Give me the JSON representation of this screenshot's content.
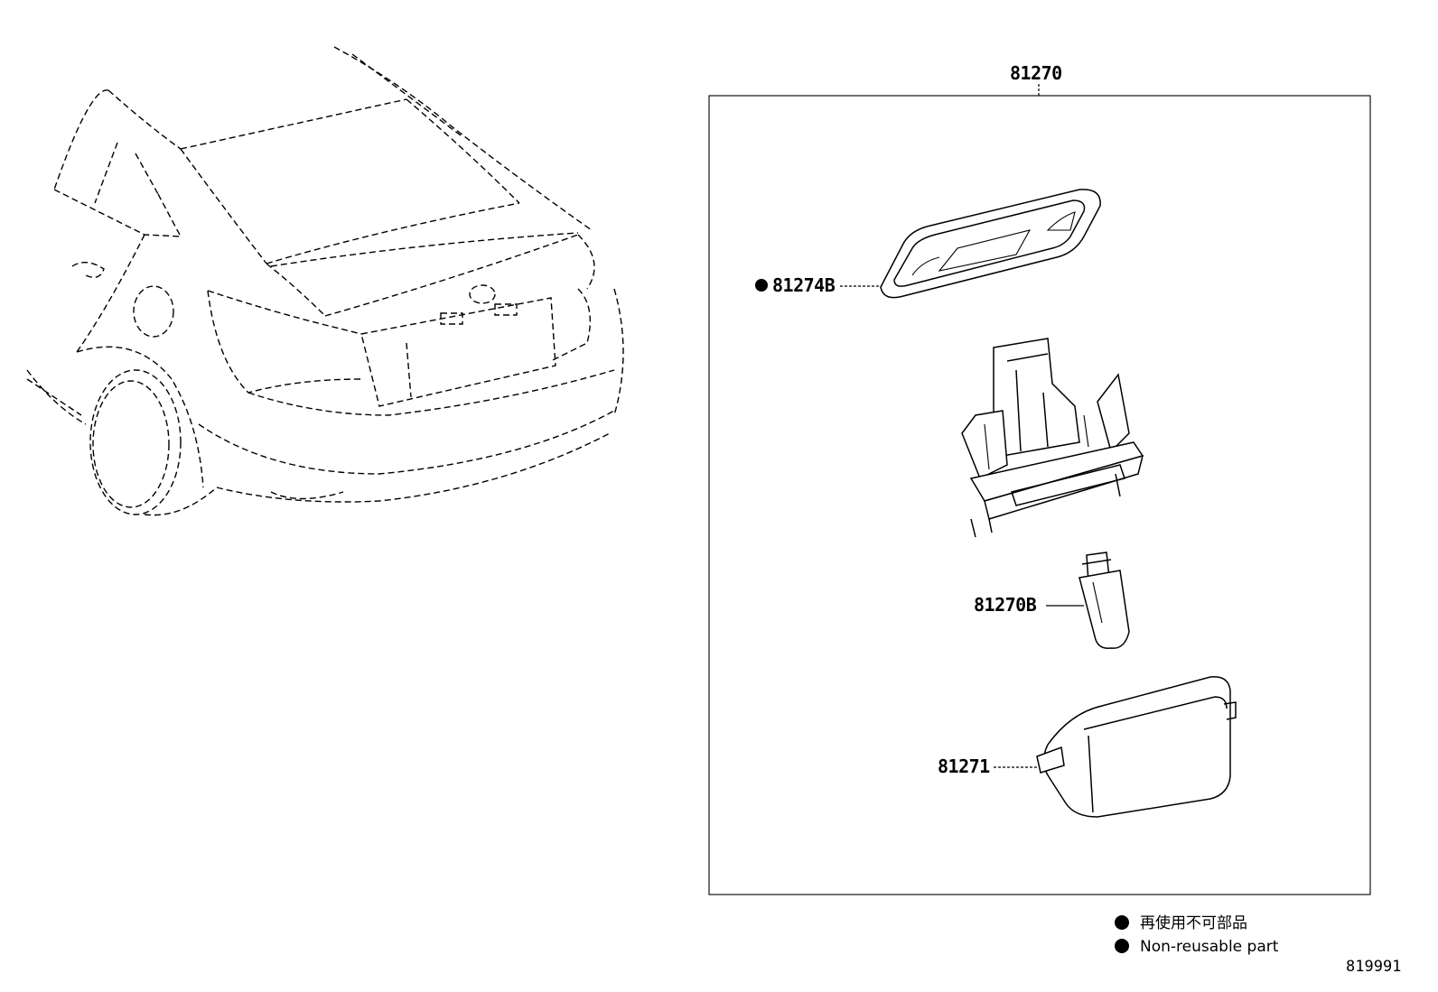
{
  "diagram": {
    "assembly_label": "81270",
    "parts": [
      {
        "id": "gasket",
        "label": "81274B",
        "non_reusable": true
      },
      {
        "id": "bulb",
        "label": "81270B",
        "non_reusable": false
      },
      {
        "id": "lens",
        "label": "81271",
        "non_reusable": false
      }
    ],
    "legend": {
      "japanese": "再使用不可部品",
      "english": "Non-reusable part"
    },
    "reference_number": "819991"
  }
}
